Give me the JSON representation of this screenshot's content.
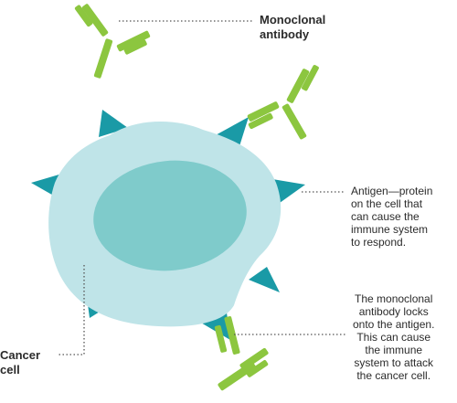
{
  "labels": {
    "monoclonal_antibody": [
      "Monoclonal",
      "antibody"
    ],
    "antigen": [
      "Antigen—protein",
      "on the cell that",
      "can cause the",
      "immune system",
      "to respond."
    ],
    "locks": [
      "The monoclonal",
      "antibody locks",
      "onto the antigen.",
      "This can cause",
      "the immune",
      "system to attack",
      "the cancer cell."
    ],
    "cancer_cell": [
      "Cancer",
      "cell"
    ]
  },
  "colors": {
    "cell_outer": "#bfe4e8",
    "cell_nucleus": "#7fcbcb",
    "antigen": "#1a9aa6",
    "antibody": "#8cc63f",
    "leader_line": "#555555",
    "text": "#2b2b2b"
  }
}
